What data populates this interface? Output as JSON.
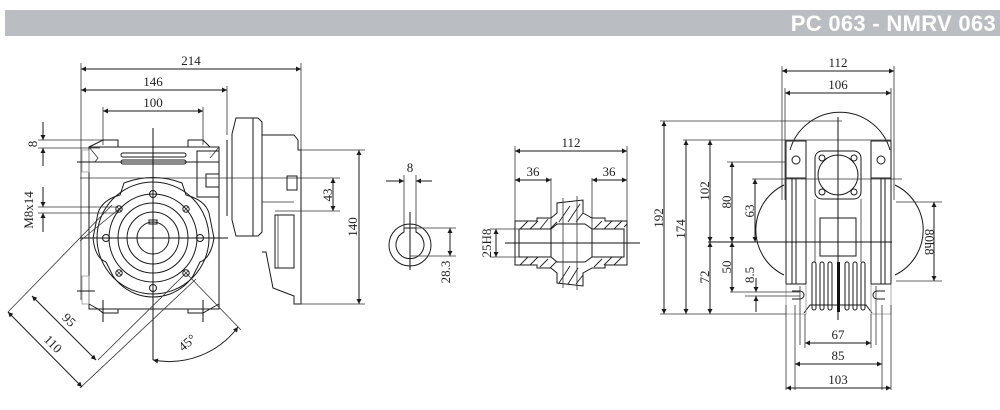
{
  "header": {
    "title": "PC 063 - NMRV 063",
    "bar_color": "#babdc1",
    "text_color": "#ffffff"
  },
  "views": {
    "front_view": {
      "dimensions": {
        "overall_length": "214",
        "body_length": "146",
        "flange_spacing": "100",
        "flange_thickness": "8",
        "thread": "M8x14",
        "adapter_offset": "43",
        "adapter_height": "140",
        "bolt_circle_inner": "95",
        "bolt_circle_outer": "110",
        "angle": "45°"
      }
    },
    "keyway_view": {
      "dimensions": {
        "key_width": "8",
        "key_depth": "28.3"
      }
    },
    "hollow_shaft_view": {
      "dimensions": {
        "shaft_length": "112",
        "left_bore": "36",
        "right_bore": "36",
        "bore_diameter": "25H8"
      }
    },
    "side_view": {
      "dimensions": {
        "outer_width": "112",
        "inner_width": "106",
        "total_height": "192",
        "housing_height": "174",
        "upper_height": "102",
        "flange_height": "80",
        "bore_height": "63",
        "lower_height": "72",
        "center_height": "50",
        "foot_thickness": "8.5",
        "pilot_diameter": "80h8",
        "base_inner": "67",
        "base_mid": "85",
        "base_outer": "103"
      }
    }
  }
}
